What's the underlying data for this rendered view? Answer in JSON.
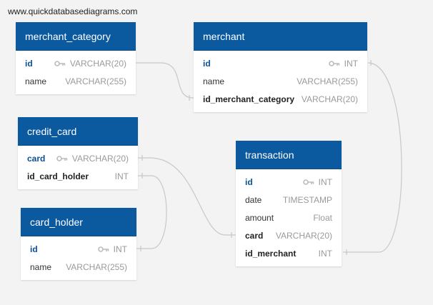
{
  "site": "www.quickdatabasediagrams.com",
  "tables": {
    "merchant_category": {
      "title": "merchant_category",
      "fields": [
        {
          "name": "id",
          "type": "VARCHAR(20)"
        },
        {
          "name": "name",
          "type": "VARCHAR(255)"
        }
      ]
    },
    "merchant": {
      "title": "merchant",
      "fields": [
        {
          "name": "id",
          "type": "INT"
        },
        {
          "name": "name",
          "type": "VARCHAR(255)"
        },
        {
          "name": "id_merchant_category",
          "type": "VARCHAR(20)"
        }
      ]
    },
    "credit_card": {
      "title": "credit_card",
      "fields": [
        {
          "name": "card",
          "type": "VARCHAR(20)"
        },
        {
          "name": "id_card_holder",
          "type": "INT"
        }
      ]
    },
    "card_holder": {
      "title": "card_holder",
      "fields": [
        {
          "name": "id",
          "type": "INT"
        },
        {
          "name": "name",
          "type": "VARCHAR(255)"
        }
      ]
    },
    "transaction": {
      "title": "transaction",
      "fields": [
        {
          "name": "id",
          "type": "INT"
        },
        {
          "name": "date",
          "type": "TIMESTAMP"
        },
        {
          "name": "amount",
          "type": "Float"
        },
        {
          "name": "card",
          "type": "VARCHAR(20)"
        },
        {
          "name": "id_merchant",
          "type": "INT"
        }
      ]
    }
  },
  "colors": {
    "header": "#0b5aa0",
    "primary_key_text": "#0b4f93",
    "connector": "#c8c8c8"
  }
}
